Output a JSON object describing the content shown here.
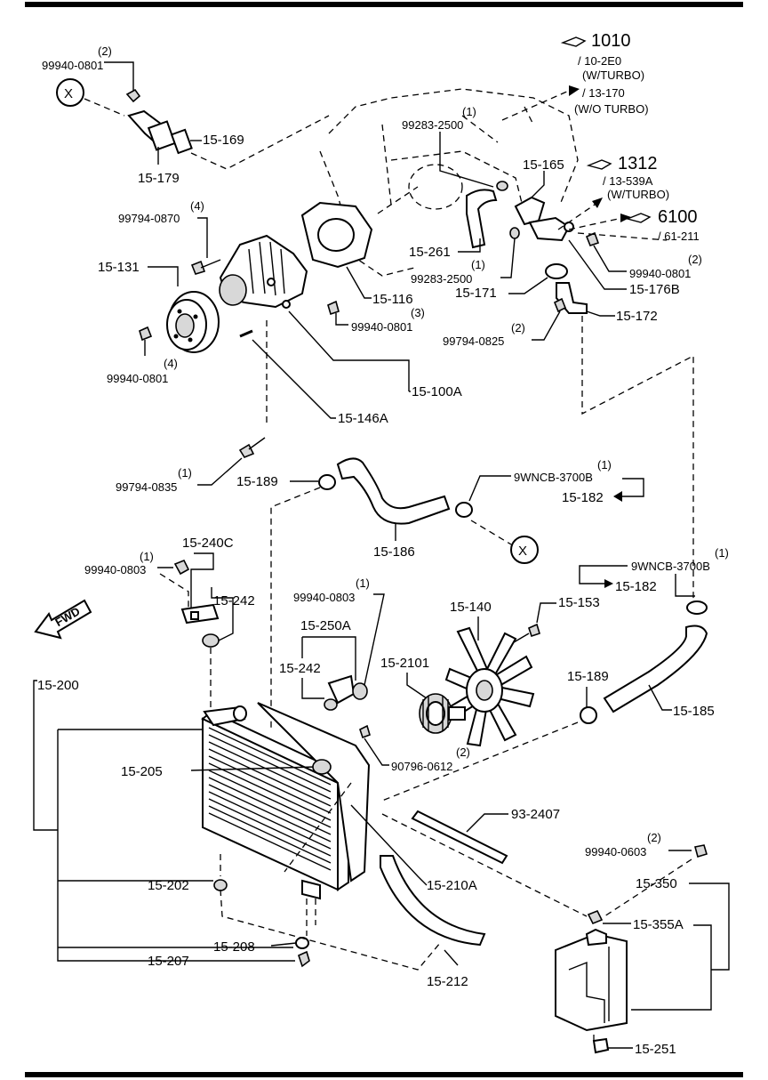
{
  "labels": {
    "p_99940_0801_a": "99940-0801",
    "p_99940_0801_a_qty": "(2)",
    "p_x_top": "X",
    "p_15_169": "15-169",
    "p_15_179": "15-179",
    "p_99794_0870": "99794-0870",
    "p_99794_0870_qty": "(4)",
    "p_15_131": "15-131",
    "p_99940_0801_b": "99940-0801",
    "p_99940_0801_b_qty": "(4)",
    "p_99283_2500_a": "99283-2500",
    "p_99283_2500_a_qty": "(1)",
    "p_15_261": "15-261",
    "p_99283_2500_b": "99283-2500",
    "p_99283_2500_b_qty": "(1)",
    "p_15_171": "15-171",
    "p_15_116": "15-116",
    "p_99940_0801_c": "99940-0801",
    "p_99940_0801_c_qty": "(3)",
    "p_15_165": "15-165",
    "p_99940_0801_d": "99940-0801",
    "p_99940_0801_d_qty": "(2)",
    "p_15_176b": "15-176B",
    "p_15_172": "15-172",
    "p_99794_0825": "99794-0825",
    "p_99794_0825_qty": "(2)",
    "p_15_100a": "15-100A",
    "p_15_146a": "15-146A",
    "p_99794_0835": "99794-0835",
    "p_99794_0835_qty": "(1)",
    "p_15_189_a": "15-189",
    "p_15_186": "15-186",
    "p_9wncb_a": "9WNCB-3700B",
    "p_9wncb_a_qty": "(1)",
    "p_15_182_a": "15-182",
    "p_x_mid": "X",
    "p_99940_0803_a": "99940-0803",
    "p_99940_0803_a_qty": "(1)",
    "p_15_240c": "15-240C",
    "p_15_242_a": "15-242",
    "p_fwd": "FWD",
    "p_99940_0803_b": "99940-0803",
    "p_99940_0803_b_qty": "(1)",
    "p_15_250a": "15-250A",
    "p_15_242_b": "15-242",
    "p_15_140": "15-140",
    "p_15_153": "15-153",
    "p_15_2101": "15-2101",
    "p_9wncb_b": "9WNCB-3700B",
    "p_9wncb_b_qty": "(1)",
    "p_15_182_b": "15-182",
    "p_15_189_b": "15-189",
    "p_15_185": "15-185",
    "p_15_200": "15-200",
    "p_15_205": "15-205",
    "p_90796_0612": "90796-0612",
    "p_90796_0612_qty": "(2)",
    "p_93_2407": "93-2407",
    "p_99940_0603": "99940-0603",
    "p_99940_0603_qty": "(2)",
    "p_15_202": "15-202",
    "p_15_210a": "15-210A",
    "p_15_350": "15-350",
    "p_15_355a": "15-355A",
    "p_15_208": "15-208",
    "p_15_207": "15-207",
    "p_15_212": "15-212",
    "p_15_251": "15-251"
  },
  "references": [
    {
      "number": "1010",
      "sub": [
        {
          "text": "/ 10-2E0"
        },
        {
          "text": "(W/TURBO)"
        },
        {
          "text": "/ 13-170"
        },
        {
          "text": "(W/O TURBO)"
        }
      ]
    },
    {
      "number": "1312",
      "sub": [
        {
          "text": "/ 13-539A"
        },
        {
          "text": "(W/TURBO)"
        }
      ]
    },
    {
      "number": "6100",
      "sub": [
        {
          "text": "/ 61-211"
        }
      ]
    }
  ]
}
